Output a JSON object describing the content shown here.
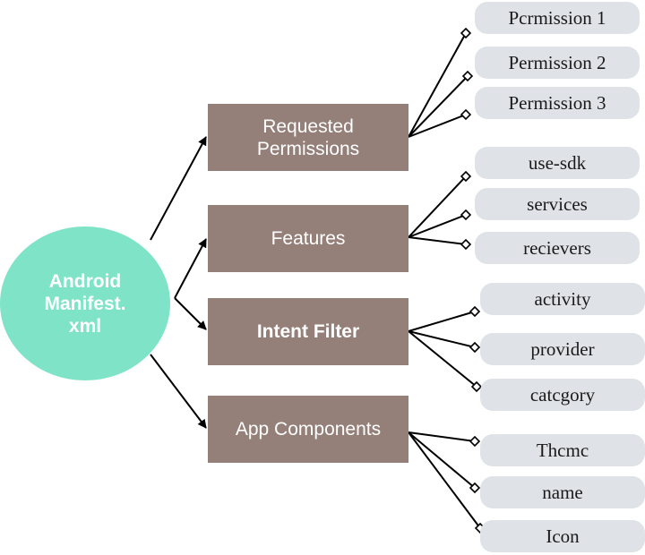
{
  "root": {
    "label": "Android\nManifest.\nxml"
  },
  "categories": [
    {
      "label": "Requested\nPermissions",
      "leaves": [
        "Pcrmission 1",
        "Permission 2",
        "Permission 3"
      ]
    },
    {
      "label": "Features",
      "leaves": [
        "use-sdk",
        "services",
        "recievers"
      ]
    },
    {
      "label": "Intent Filter",
      "leaves": [
        "activity",
        "provider",
        "catcgory"
      ]
    },
    {
      "label": "App Components",
      "leaves": [
        "Thcmc",
        "name",
        "Icon"
      ]
    }
  ],
  "colors": {
    "root": "#7fe3c7",
    "category": "#957f79",
    "leaf": "#dfe3e8",
    "line": "#000000"
  }
}
